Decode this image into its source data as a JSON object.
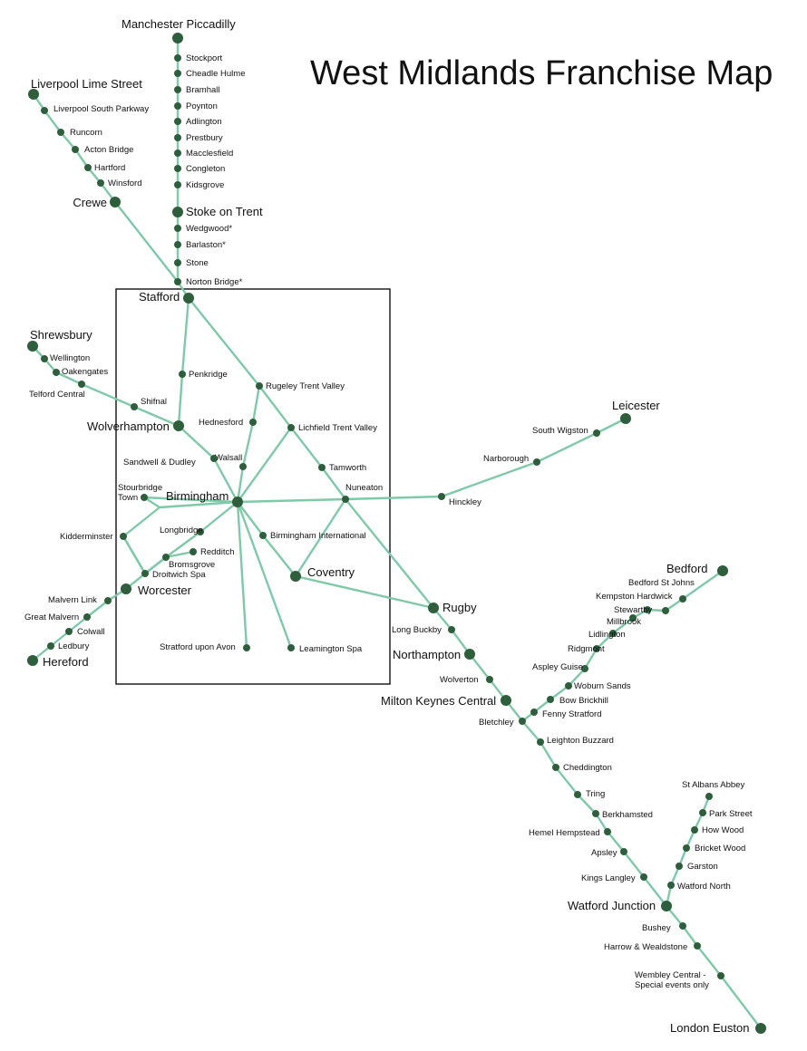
{
  "title": "West Midlands Franchise Map",
  "colors": {
    "track": "#7fc9a9",
    "station": "#2f5e3c",
    "frame": "#111111"
  },
  "stations": [
    {
      "id": "manchester",
      "name": "Manchester Piccadilly",
      "major": true
    },
    {
      "id": "stockport",
      "name": "Stockport"
    },
    {
      "id": "cheadle",
      "name": "Cheadle Hulme"
    },
    {
      "id": "bramhall",
      "name": "Bramhall"
    },
    {
      "id": "poynton",
      "name": "Poynton"
    },
    {
      "id": "adlington",
      "name": "Adlington"
    },
    {
      "id": "prestbury",
      "name": "Prestbury"
    },
    {
      "id": "macclesfield",
      "name": "Macclesfield"
    },
    {
      "id": "congleton",
      "name": "Congleton"
    },
    {
      "id": "kidsgrove",
      "name": "Kidsgrove"
    },
    {
      "id": "stoke",
      "name": "Stoke on Trent",
      "major": true
    },
    {
      "id": "wedgwood",
      "name": "Wedgwood*"
    },
    {
      "id": "barlaston",
      "name": "Barlaston*"
    },
    {
      "id": "stone",
      "name": "Stone"
    },
    {
      "id": "nortonbridge",
      "name": "Norton Bridge*"
    },
    {
      "id": "liverpool",
      "name": "Liverpool Lime Street",
      "major": true
    },
    {
      "id": "lsp",
      "name": "Liverpool South Parkway"
    },
    {
      "id": "runcorn",
      "name": "Runcorn"
    },
    {
      "id": "actonbridge",
      "name": "Acton Bridge"
    },
    {
      "id": "hartford",
      "name": "Hartford"
    },
    {
      "id": "winsford",
      "name": "Winsford"
    },
    {
      "id": "crewe",
      "name": "Crewe",
      "major": true
    },
    {
      "id": "stafford",
      "name": "Stafford",
      "major": true
    },
    {
      "id": "shrewsbury",
      "name": "Shrewsbury",
      "major": true
    },
    {
      "id": "wellington",
      "name": "Wellington"
    },
    {
      "id": "oakengates",
      "name": "Oakengates"
    },
    {
      "id": "telford",
      "name": "Telford Central"
    },
    {
      "id": "shifnal",
      "name": "Shifnal"
    },
    {
      "id": "penkridge",
      "name": "Penkridge"
    },
    {
      "id": "wolverhampton",
      "name": "Wolverhampton",
      "major": true
    },
    {
      "id": "rugeleytv",
      "name": "Rugeley Trent Valley"
    },
    {
      "id": "hednesford",
      "name": "Hednesford"
    },
    {
      "id": "lichfieldtv",
      "name": "Lichfield Trent Valley"
    },
    {
      "id": "walsall",
      "name": "Walsall"
    },
    {
      "id": "sandwell",
      "name": "Sandwell & Dudley"
    },
    {
      "id": "tamworth",
      "name": "Tamworth"
    },
    {
      "id": "nuneaton",
      "name": "Nuneaton"
    },
    {
      "id": "stourbridge",
      "name": "Stourbridge Town"
    },
    {
      "id": "birmingham",
      "name": "Birmingham",
      "major": true
    },
    {
      "id": "hinckley",
      "name": "Hinckley"
    },
    {
      "id": "narborough",
      "name": "Narborough"
    },
    {
      "id": "southwigston",
      "name": "South Wigston"
    },
    {
      "id": "leicester",
      "name": "Leicester",
      "major": true
    },
    {
      "id": "kidderminster",
      "name": "Kidderminster"
    },
    {
      "id": "longbridge",
      "name": "Longbridge"
    },
    {
      "id": "redditch",
      "name": "Redditch"
    },
    {
      "id": "bromsgrove",
      "name": "Bromsgrove"
    },
    {
      "id": "droitwich",
      "name": "Droitwich Spa"
    },
    {
      "id": "bhxintl",
      "name": "Birmingham International"
    },
    {
      "id": "coventry",
      "name": "Coventry",
      "major": true
    },
    {
      "id": "worcester",
      "name": "Worcester",
      "major": true
    },
    {
      "id": "malvernlink",
      "name": "Malvern Link"
    },
    {
      "id": "greatmalvern",
      "name": "Great Malvern"
    },
    {
      "id": "colwall",
      "name": "Colwall"
    },
    {
      "id": "ledbury",
      "name": "Ledbury"
    },
    {
      "id": "hereford",
      "name": "Hereford",
      "major": true
    },
    {
      "id": "stratford",
      "name": "Stratford upon Avon"
    },
    {
      "id": "leamington",
      "name": "Leamington Spa"
    },
    {
      "id": "rugby",
      "name": "Rugby",
      "major": true
    },
    {
      "id": "longbuckby",
      "name": "Long Buckby"
    },
    {
      "id": "northampton",
      "name": "Northampton",
      "major": true
    },
    {
      "id": "wolverton",
      "name": "Wolverton"
    },
    {
      "id": "mkc",
      "name": "Milton Keynes Central",
      "major": true
    },
    {
      "id": "bletchley",
      "name": "Bletchley"
    },
    {
      "id": "fennystratford",
      "name": "Fenny Stratford"
    },
    {
      "id": "bowbrickhill",
      "name": "Bow Brickhill"
    },
    {
      "id": "woburnsands",
      "name": "Woburn Sands"
    },
    {
      "id": "aspleyguise",
      "name": "Aspley Guise"
    },
    {
      "id": "ridgmont",
      "name": "Ridgmont"
    },
    {
      "id": "lidlington",
      "name": "Lidlington"
    },
    {
      "id": "millbrook",
      "name": "Millbrook"
    },
    {
      "id": "stewartby",
      "name": "Stewartby"
    },
    {
      "id": "kempston",
      "name": "Kempston Hardwick"
    },
    {
      "id": "bedfordstjohns",
      "name": "Bedford St Johns"
    },
    {
      "id": "bedford",
      "name": "Bedford",
      "major": true
    },
    {
      "id": "leightonbuzzard",
      "name": "Leighton Buzzard"
    },
    {
      "id": "cheddington",
      "name": "Cheddington"
    },
    {
      "id": "tring",
      "name": "Tring"
    },
    {
      "id": "berkhamsted",
      "name": "Berkhamsted"
    },
    {
      "id": "hemel",
      "name": "Hemel Hempstead"
    },
    {
      "id": "apsley",
      "name": "Apsley"
    },
    {
      "id": "kingslangley",
      "name": "Kings Langley"
    },
    {
      "id": "watfordjn",
      "name": "Watford Junction",
      "major": true
    },
    {
      "id": "stalbansabbey",
      "name": "St Albans Abbey"
    },
    {
      "id": "parkstreet",
      "name": "Park Street"
    },
    {
      "id": "howwood",
      "name": "How Wood"
    },
    {
      "id": "bricketwood",
      "name": "Bricket Wood"
    },
    {
      "id": "garston",
      "name": "Garston"
    },
    {
      "id": "watfordnorth",
      "name": "Watford North"
    },
    {
      "id": "bushey",
      "name": "Bushey"
    },
    {
      "id": "harrow",
      "name": "Harrow & Wealdstone"
    },
    {
      "id": "wembley",
      "name": "Wembley Central - Special events only"
    },
    {
      "id": "euston",
      "name": "London Euston",
      "major": true
    }
  ]
}
